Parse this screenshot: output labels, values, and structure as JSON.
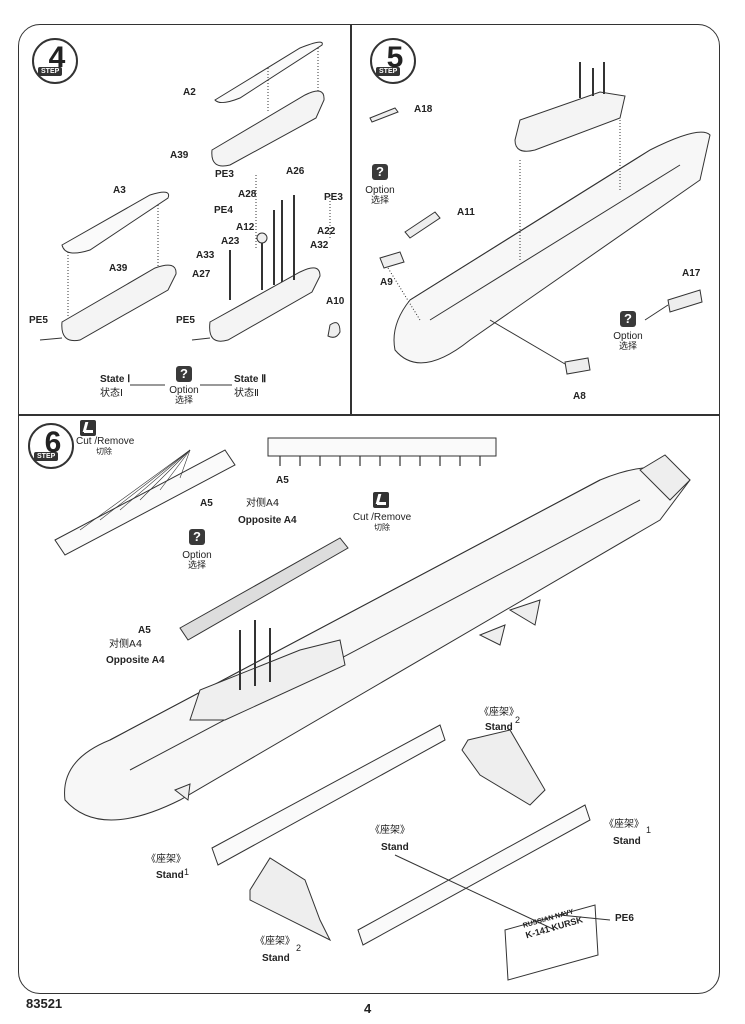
{
  "footer": {
    "code": "83521",
    "page": "4"
  },
  "step4": {
    "number": "4",
    "tag": "STEP",
    "labels": {
      "a2": "A2",
      "a39_top": "A39",
      "pe3_a": "PE3",
      "a26": "A26",
      "a28": "A28",
      "pe3_b": "PE3",
      "pe4": "PE4",
      "a12": "A12",
      "a22": "A22",
      "a23": "A23",
      "a32": "A32",
      "a33": "A33",
      "a27": "A27",
      "a3": "A3",
      "a39_left": "A39",
      "a10": "A10",
      "pe5_left": "PE5",
      "pe5_right": "PE5"
    },
    "state1": {
      "en": "State Ⅰ",
      "cn": "状态Ⅰ"
    },
    "state2": {
      "en": "State Ⅱ",
      "cn": "状态Ⅱ"
    },
    "option": {
      "icon": "?",
      "en": "Option",
      "cn": "选择"
    }
  },
  "step5": {
    "number": "5",
    "tag": "STEP",
    "labels": {
      "a18": "A18",
      "a11": "A11",
      "a9": "A9",
      "a17": "A17",
      "a8": "A8"
    },
    "option_left": {
      "icon": "?",
      "en": "Option",
      "cn": "选择"
    },
    "option_right": {
      "icon": "?",
      "en": "Option",
      "cn": "选择"
    }
  },
  "step6": {
    "number": "6",
    "tag": "STEP",
    "cut_left": {
      "en": "Cut /Remove",
      "cn": "切除"
    },
    "cut_mid": {
      "en": "Cut /Remove",
      "cn": "切除"
    },
    "a5_left": "A5",
    "opposite_left_cn": "对侧A4",
    "opposite_left_en": "Opposite A4",
    "a5_top": "A5",
    "option": {
      "icon": "?",
      "en": "Option",
      "cn": "选择"
    },
    "a5_bottom": "A5",
    "opposite_bottom_cn": "对侧A4",
    "opposite_bottom_en": "Opposite A4",
    "stand2_top": {
      "cn": "《座架》",
      "num": "2",
      "en": "Stand"
    },
    "stand_center": {
      "cn": "《座架》",
      "en": "Stand"
    },
    "stand1_right": {
      "cn": "《座架》",
      "num": "1",
      "en": "Stand"
    },
    "stand1_left": {
      "cn": "《座架》",
      "num": "1",
      "en": "Stand"
    },
    "stand2_bottom": {
      "cn": "《座架》",
      "num": "2",
      "en": "Stand"
    },
    "pe6": "PE6",
    "plate": {
      "line1": "RUSSIAN NAVY",
      "line2": "K-141 KURSK"
    }
  }
}
